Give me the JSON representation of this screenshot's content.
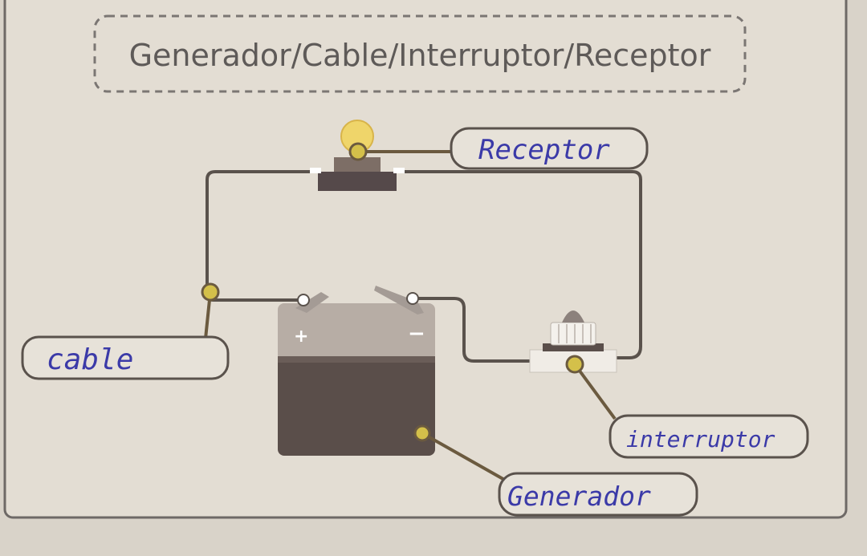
{
  "header": {
    "title": "Generador/Cable/Interruptor/Receptor"
  },
  "labels": {
    "receptor": "Receptor",
    "cable": "cable",
    "interruptor": "interruptor",
    "generador": "Generador"
  },
  "battery": {
    "positive_sign": "+",
    "negative_sign": "−"
  },
  "colors": {
    "wire": "#5a524c",
    "connector": "#d4c04a",
    "label_border": "#5a524c",
    "handwriting": "#3b3aa8",
    "battery_top": "#b7ada5",
    "battery_body": "#5a4e4a",
    "bulb": "#efd56a"
  },
  "icons": [
    "lightbulb-icon",
    "battery-icon",
    "switch-icon"
  ]
}
